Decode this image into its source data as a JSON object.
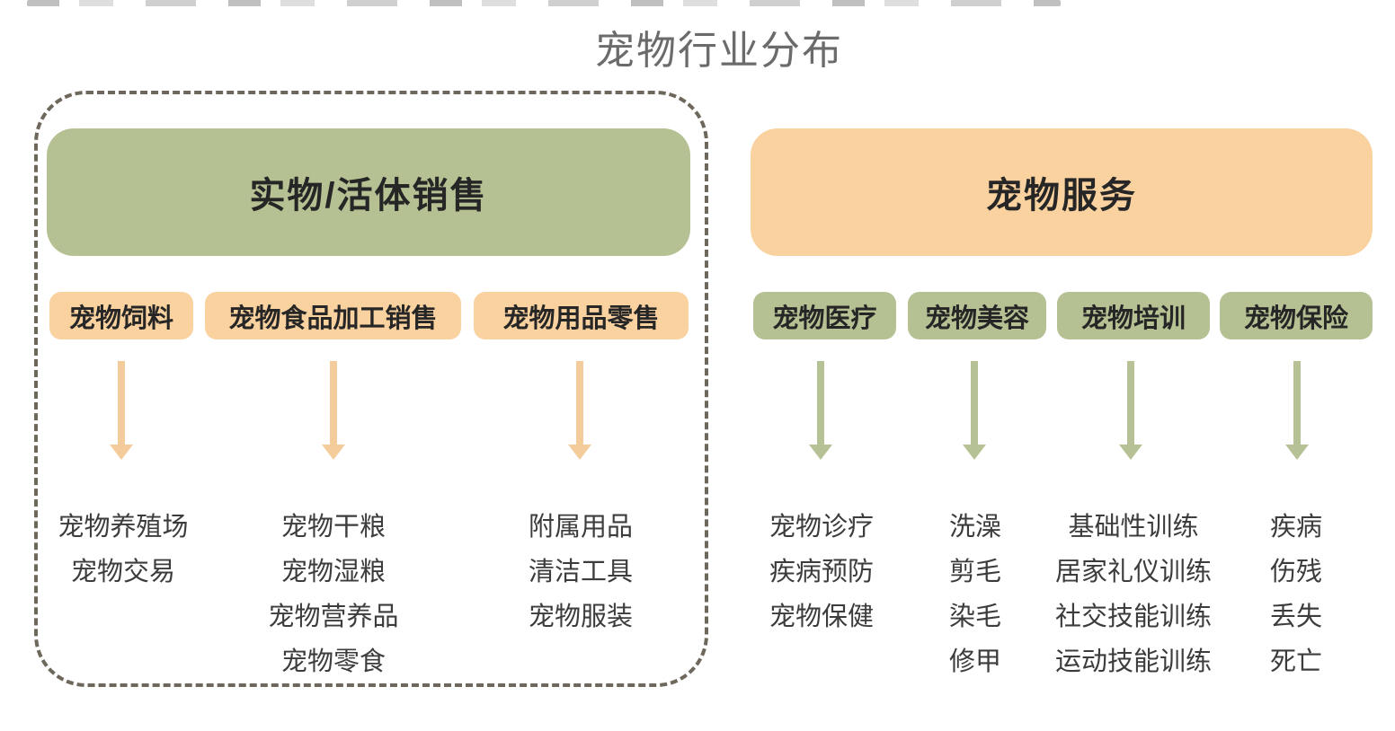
{
  "title": "宠物行业分布",
  "colors": {
    "green": "#b5c193",
    "orange": "#fad2a0",
    "arrow_orange": "#f4cc9b",
    "arrow_green": "#b6c295",
    "dashed_border": "#6e685c",
    "title_text": "#6b6b6b",
    "heading_text": "#262626",
    "item_text": "#3c3c3c"
  },
  "left_section": {
    "header": "实物/活体销售",
    "branches": [
      {
        "label": "宠物饲料",
        "items": [
          "宠物养殖场",
          "宠物交易"
        ]
      },
      {
        "label": "宠物食品加工销售",
        "items": [
          "宠物干粮",
          "宠物湿粮",
          "宠物营养品",
          "宠物零食"
        ]
      },
      {
        "label": "宠物用品零售",
        "items": [
          "附属用品",
          "清洁工具",
          "宠物服装"
        ]
      }
    ]
  },
  "right_section": {
    "header": "宠物服务",
    "branches": [
      {
        "label": "宠物医疗",
        "items": [
          "宠物诊疗",
          "疾病预防",
          "宠物保健"
        ]
      },
      {
        "label": "宠物美容",
        "items": [
          "洗澡",
          "剪毛",
          "染毛",
          "修甲"
        ]
      },
      {
        "label": "宠物培训",
        "items": [
          "基础性训练",
          "居家礼仪训练",
          "社交技能训练",
          "运动技能训练"
        ]
      },
      {
        "label": "宠物保险",
        "items": [
          "疾病",
          "伤残",
          "丢失",
          "死亡"
        ]
      }
    ]
  }
}
